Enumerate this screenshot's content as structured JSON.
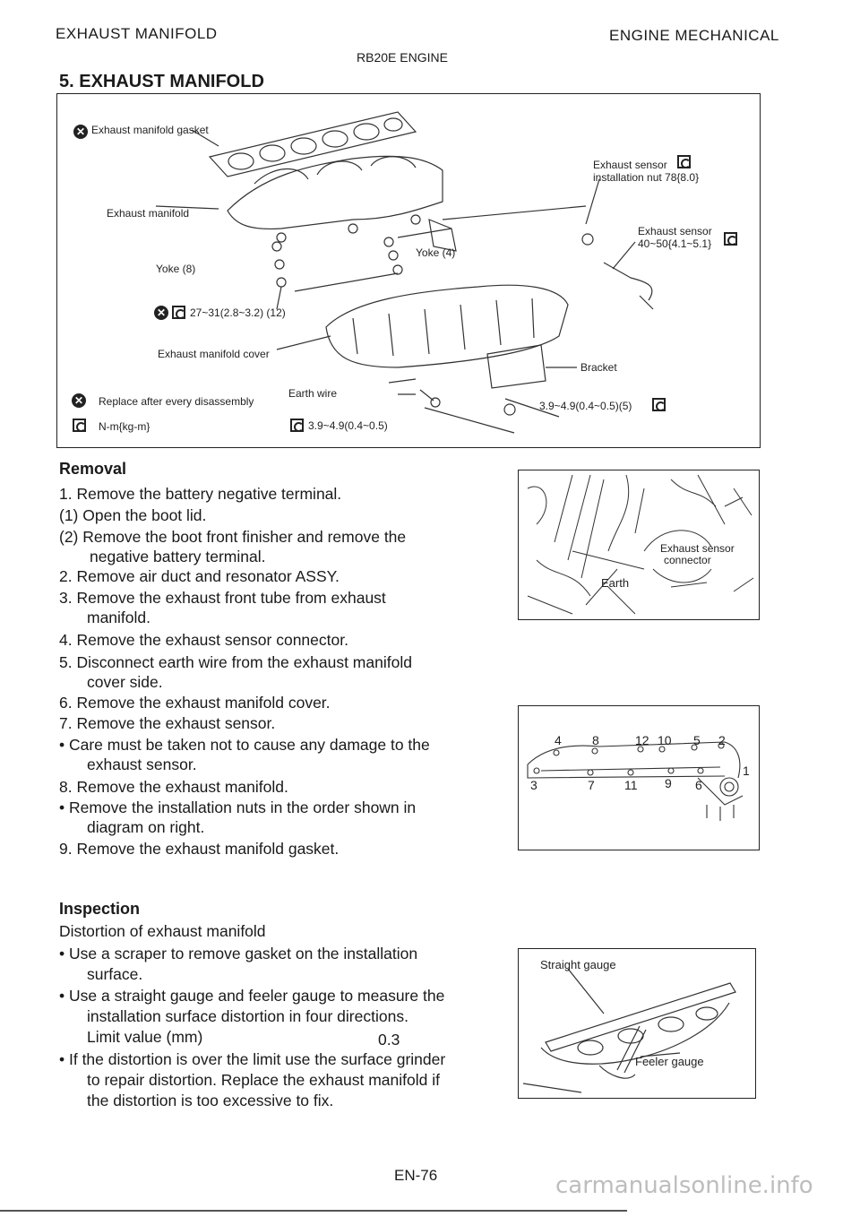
{
  "header": {
    "left": "EXHAUST MANIFOLD",
    "right": "ENGINE MECHANICAL",
    "center": "RB20E ENGINE"
  },
  "section": {
    "title": "5. EXHAUST MANIFOLD"
  },
  "figure_main": {
    "gasket": "Exhaust manifold gasket",
    "manifold": "Exhaust manifold",
    "sensor_nut_1": "Exhaust sensor",
    "sensor_nut_2": "installation nut 78{8.0}",
    "sensor_1": "Exhaust sensor",
    "sensor_2": "40~50{4.1~5.1}",
    "yoke4": "Yoke (4)",
    "yoke8": "Yoke (8)",
    "torque_main": "27~31(2.8~3.2) (12)",
    "cover": "Exhaust manifold cover",
    "bracket": "Bracket",
    "earth": "Earth wire",
    "torque_earth": "3.9~4.9(0.4~0.5)",
    "torque_bracket": "3.9~4.9(0.4~0.5)(5)",
    "legend_replace": "Replace after every disassembly",
    "legend_unit": "N-m{kg-m}"
  },
  "removal": {
    "heading": "Removal",
    "lines": [
      "1. Remove the battery negative terminal.",
      "(1) Open the boot lid.",
      "(2) Remove the boot front finisher and remove the",
      "negative battery terminal.",
      "2. Remove air duct and resonator ASSY.",
      "3. Remove the exhaust front tube from exhaust",
      "manifold.",
      "4. Remove the exhaust sensor connector.",
      "5. Disconnect earth wire from the exhaust manifold",
      "cover side.",
      "6. Remove the exhaust manifold cover.",
      "7. Remove the exhaust sensor.",
      "•  Care must be taken not to cause any damage to the",
      "exhaust sensor.",
      "8. Remove the exhaust manifold.",
      "•  Remove the installation nuts in the order shown in",
      "diagram on right.",
      "9. Remove the exhaust manifold gasket."
    ]
  },
  "figure_connector": {
    "sensor": "Exhaust sensor",
    "connector": "connector",
    "earth": "Earth"
  },
  "figure_order": {
    "top": [
      "4",
      "8",
      "12",
      "10",
      "5",
      "2"
    ],
    "bottom": [
      "3",
      "7",
      "11",
      "9",
      "6"
    ],
    "right": "1"
  },
  "inspection": {
    "heading": "Inspection",
    "lines": [
      "Distortion of exhaust manifold",
      "•  Use a scraper to remove gasket on the installation",
      "surface.",
      "•  Use a straight gauge and feeler gauge to measure the",
      "installation surface distortion in four directions.",
      "Limit value (mm)",
      "•  If the distortion is over the limit use the surface grinder",
      "to repair distortion. Replace the exhaust manifold if",
      "the distortion is too excessive to fix."
    ],
    "limit_value": "0.3"
  },
  "figure_gauge": {
    "straight": "Straight gauge",
    "feeler": "Feeler gauge"
  },
  "footer": {
    "page": "EN-76",
    "watermark": "carmanualsonline.info"
  }
}
